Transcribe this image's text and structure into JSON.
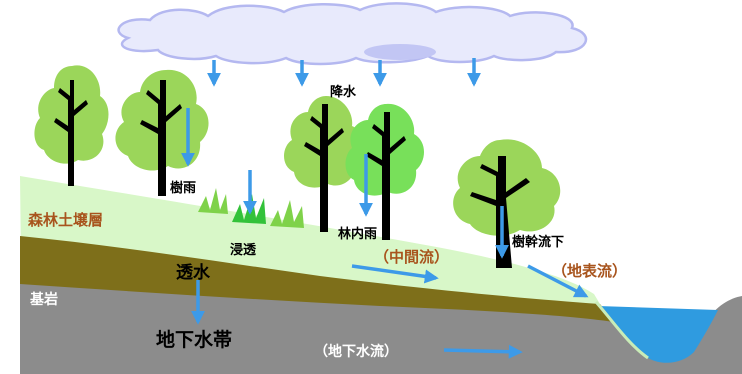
{
  "labels": {
    "precipitation": "降水",
    "canopy_drip": "樹雨",
    "forest_soil": "森林土壌層",
    "infiltration": "浸透",
    "throughfall": "林内雨",
    "interflow": "（中間流）",
    "stemflow": "樹幹流下",
    "surface_flow": "（地表流）",
    "percolation": "透水",
    "bedrock": "基岩",
    "groundwater_zone": "地下水帯",
    "groundwater_flow": "（地下水流）"
  },
  "colors": {
    "cloud_fill": "#e8eafc",
    "cloud_outline": "#b4b8f0",
    "arrow": "#3d9ae8",
    "soil_top": "#d8f7c8",
    "soil_layer": "#7e6f1a",
    "bedrock": "#8c8c8c",
    "water": "#2f9be0",
    "tree_foliage": "#9bd65a",
    "tree_foliage_bright": "#78e05a",
    "trunk": "#000000",
    "orange_label": "#a8541d",
    "white_label": "#ffffff"
  },
  "icons": {
    "cloud": "cloud-icon",
    "tree": "tree-icon",
    "grass": "grass-icon",
    "arrow": "arrow-icon"
  }
}
